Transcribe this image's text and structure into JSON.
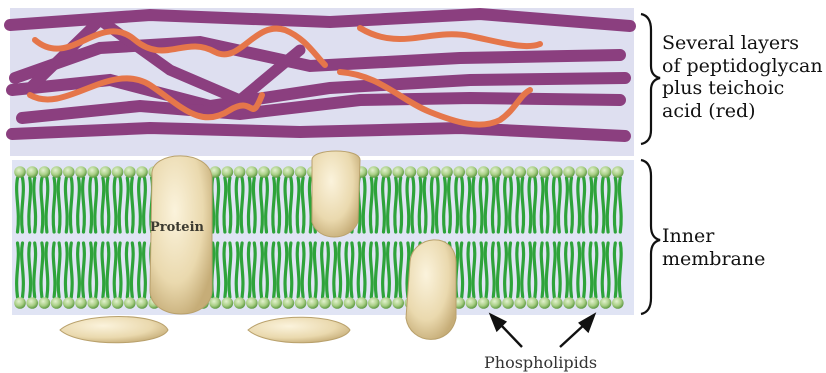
{
  "labels": {
    "peptidoglycan_bracket": "Several layers\nof peptidoglycan\nplus teichoic\nacid (red)",
    "membrane_bracket": "Inner\nmembrane",
    "protein": "Protein",
    "phospholipids": "Phospholipids"
  },
  "colors": {
    "peptidoglycan": "#8b3f7f",
    "teichoic_acid": "#e5764a",
    "phospholipid_head": "#a9cf86",
    "phospholipid_tail": "#2ea33a",
    "protein": "#ead9ae",
    "background_layer": "#dedff0"
  }
}
